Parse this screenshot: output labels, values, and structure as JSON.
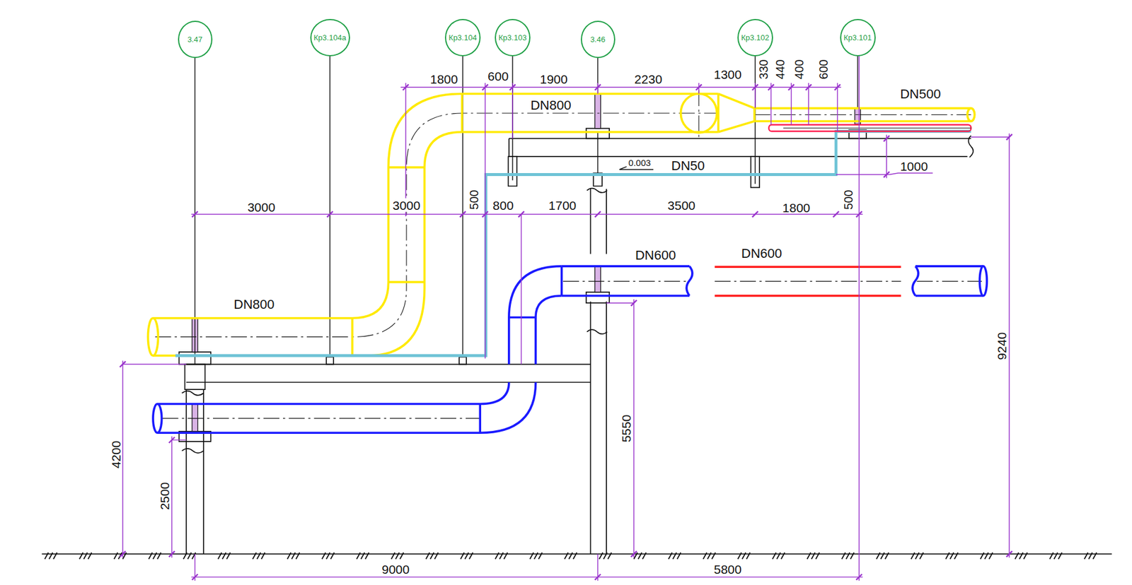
{
  "diagram": {
    "nodes": [
      {
        "text": [
          "3.47"
        ]
      },
      {
        "text": [
          "Кр3.104а"
        ]
      },
      {
        "text": [
          "Кр3.104"
        ]
      },
      {
        "text": [
          "Кр3.103"
        ]
      },
      {
        "text": [
          "3.46"
        ]
      },
      {
        "text": [
          "Кр3.102"
        ]
      },
      {
        "text": [
          "Кр3.101"
        ]
      }
    ],
    "labels": [
      "1800",
      "600",
      "1900",
      "2230",
      "1300",
      "330",
      "440",
      "400",
      "600",
      "DN500",
      "DN800",
      "0.003",
      "DN50",
      "1000",
      "3000",
      "3000",
      "500",
      "800",
      "1700",
      "3500",
      "1800",
      "500",
      "DN600",
      "DN600",
      "DN800",
      "9240",
      "5550",
      "4200",
      "2500",
      "9000",
      "5800"
    ]
  }
}
